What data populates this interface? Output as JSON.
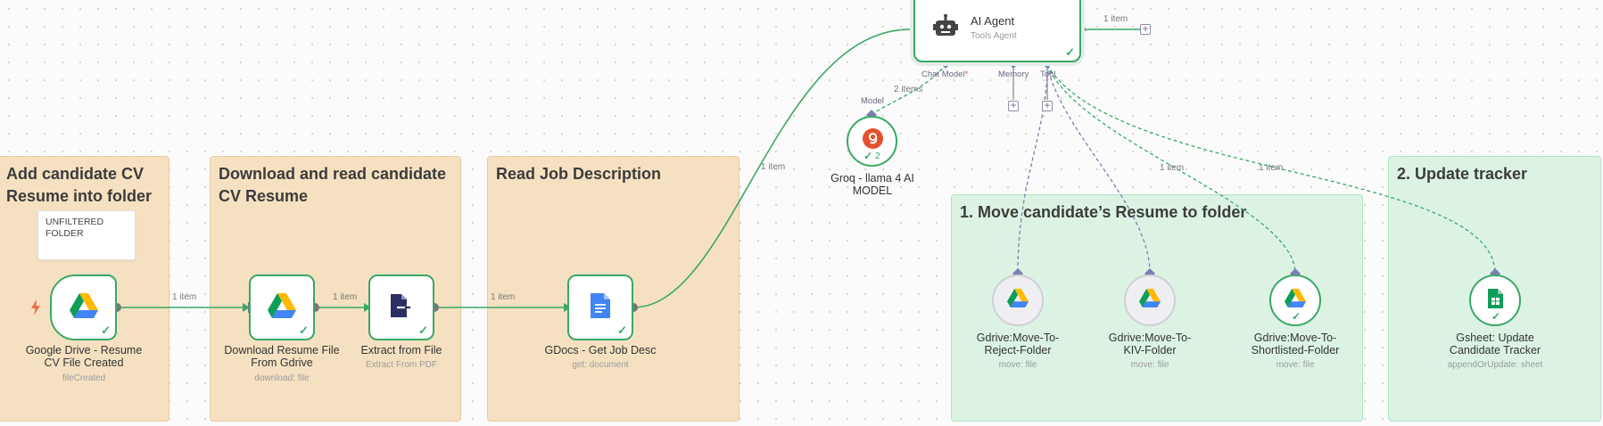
{
  "colors": {
    "success": "#3aa865",
    "tool_connection": "#7e7eb0",
    "sticky_orange": "#f5e1c1",
    "sticky_green": "#dcf3e3",
    "groq": "#e5512e"
  },
  "stickies": [
    {
      "title": "Add candidate CV\nResume into folder"
    },
    {
      "title": "Download and read candidate\nCV Resume"
    },
    {
      "title": "Read Job Description"
    },
    {
      "title": "1. Move candidate’s Resume to folder"
    },
    {
      "title": "2. Update tracker"
    }
  ],
  "note_card": {
    "text": "UNFILTERED\nFOLDER"
  },
  "nodes": {
    "gdrive_trigger": {
      "label": "Google Drive - Resume CV File Created",
      "sub": "fileCreated",
      "icon": "google-drive-icon"
    },
    "download_resume": {
      "label": "Download Resume File From Gdrive",
      "sub": "download: file",
      "icon": "google-drive-icon"
    },
    "extract_file": {
      "label": "Extract from File",
      "sub": "Extract From PDF",
      "icon": "file-extract-icon"
    },
    "gdocs_job": {
      "label": "GDocs - Get Job Desc",
      "sub": "get: document",
      "icon": "google-docs-icon"
    },
    "ai_agent": {
      "title": "AI Agent",
      "sub": "Tools Agent",
      "icon": "robot-icon"
    },
    "groq_model": {
      "label": "Groq - llama 4 AI MODEL",
      "count": "2",
      "icon": "groq-icon"
    },
    "move_reject": {
      "label": "Gdrive:Move-To-Reject-Folder",
      "sub": "move: file",
      "icon": "google-drive-icon"
    },
    "move_kiv": {
      "label": "Gdrive:Move-To-KIV-Folder",
      "sub": "move: file",
      "icon": "google-drive-icon"
    },
    "move_shortlisted": {
      "label": "Gdrive:Move-To-Shortlisted-Folder",
      "sub": "move: file",
      "icon": "google-drive-icon"
    },
    "gsheet_update": {
      "label": "Gsheet: Update Candidate Tracker",
      "sub": "appendOrUpdate: sheet",
      "icon": "google-sheets-icon"
    }
  },
  "connections": {
    "c1": "1 item",
    "c2": "1 item",
    "c3": "1 item",
    "c4": "1 item",
    "agent_out": "1 item",
    "model": "2 items",
    "tool_short": "1 item",
    "tool_sheet": "1 item"
  },
  "ports": {
    "chat_model": "Chat Model",
    "required_mark": "*",
    "memory": "Memory",
    "tool": "Tool",
    "model": "Model"
  }
}
